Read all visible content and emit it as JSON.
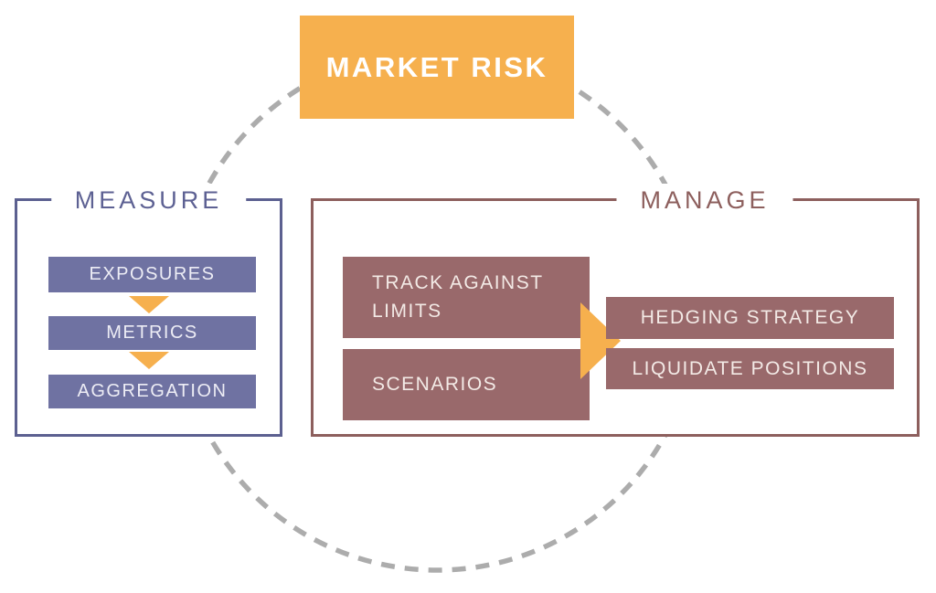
{
  "header": {
    "label": "MARKET RISK"
  },
  "measure": {
    "title": "MEASURE",
    "steps": [
      "EXPOSURES",
      "METRICS",
      "AGGREGATION"
    ]
  },
  "manage": {
    "title": "MANAGE",
    "inputs": [
      "TRACK AGAINST LIMITS",
      "SCENARIOS"
    ],
    "outputs": [
      "HEDGING STRATEGY",
      "LIQUIDATE POSITIONS"
    ]
  },
  "colors": {
    "accent_orange": "#F6B04E",
    "purple_fill": "#6F72A2",
    "purple_border": "#5C6090",
    "maroon_fill": "#99696B",
    "maroon_border": "#8D5F5D",
    "dash_gray": "#ACACAC",
    "box_text": "#F3EAE6",
    "header_text": "#FFFFFF"
  }
}
